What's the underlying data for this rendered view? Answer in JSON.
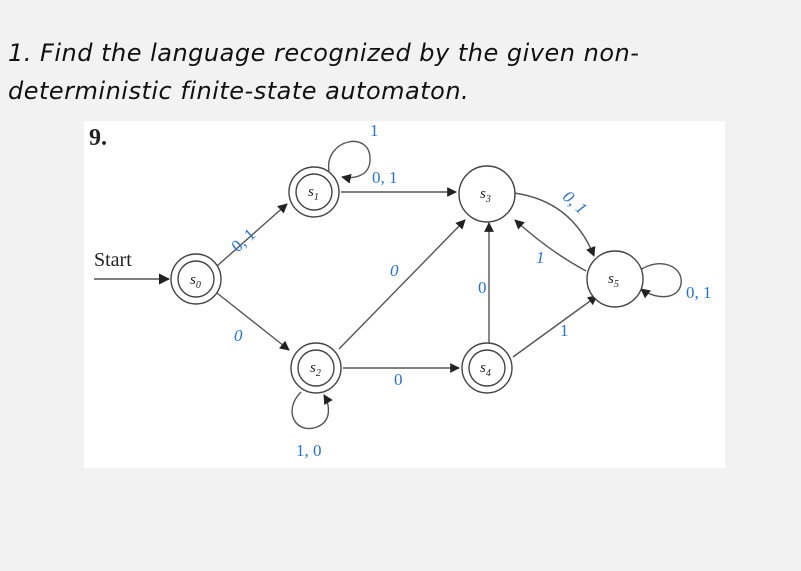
{
  "question": {
    "line1": "1.  Find the language recognized by the given non-",
    "line2": "deterministic finite-state automaton."
  },
  "figure": {
    "number": "9.",
    "start_label": "Start",
    "states": [
      {
        "id": "s0",
        "name": "s",
        "sub": "0",
        "accepting": true
      },
      {
        "id": "s1",
        "name": "s",
        "sub": "1",
        "accepting": true
      },
      {
        "id": "s2",
        "name": "s",
        "sub": "2",
        "accepting": true
      },
      {
        "id": "s3",
        "name": "s",
        "sub": "3",
        "accepting": false
      },
      {
        "id": "s4",
        "name": "s",
        "sub": "4",
        "accepting": true
      },
      {
        "id": "s5",
        "name": "s",
        "sub": "5",
        "accepting": false
      }
    ],
    "transitions": [
      {
        "from": "s0",
        "to": "s1",
        "label": "0, 1"
      },
      {
        "from": "s0",
        "to": "s2",
        "label": "0"
      },
      {
        "from": "s1",
        "to": "s1",
        "label": "1"
      },
      {
        "from": "s1",
        "to": "s3",
        "label": "0, 1"
      },
      {
        "from": "s2",
        "to": "s2",
        "label": "1, 0"
      },
      {
        "from": "s2",
        "to": "s3",
        "label": "0"
      },
      {
        "from": "s2",
        "to": "s4",
        "label": "0"
      },
      {
        "from": "s4",
        "to": "s3",
        "label": "0"
      },
      {
        "from": "s4",
        "to": "s5",
        "label": "1"
      },
      {
        "from": "s3",
        "to": "s5",
        "label": "0, 1"
      },
      {
        "from": "s5",
        "to": "s3",
        "label": "1"
      },
      {
        "from": "s5",
        "to": "s5",
        "label": "0, 1"
      }
    ],
    "colors": {
      "edge": "#555555",
      "label": "#2a72c8",
      "circle": "#444444"
    }
  }
}
